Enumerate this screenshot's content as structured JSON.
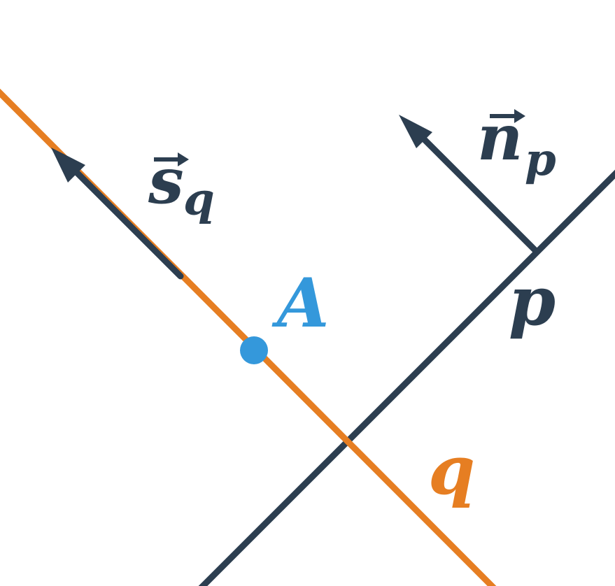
{
  "colors": {
    "dark": "#2c3e50",
    "orange": "#e67e22",
    "blue": "#3498db"
  },
  "labels": {
    "point_a": "A",
    "line_p": "p",
    "line_q": "q",
    "normal_base": "n",
    "normal_sub": "p",
    "direction_base": "s",
    "direction_sub": "q"
  }
}
